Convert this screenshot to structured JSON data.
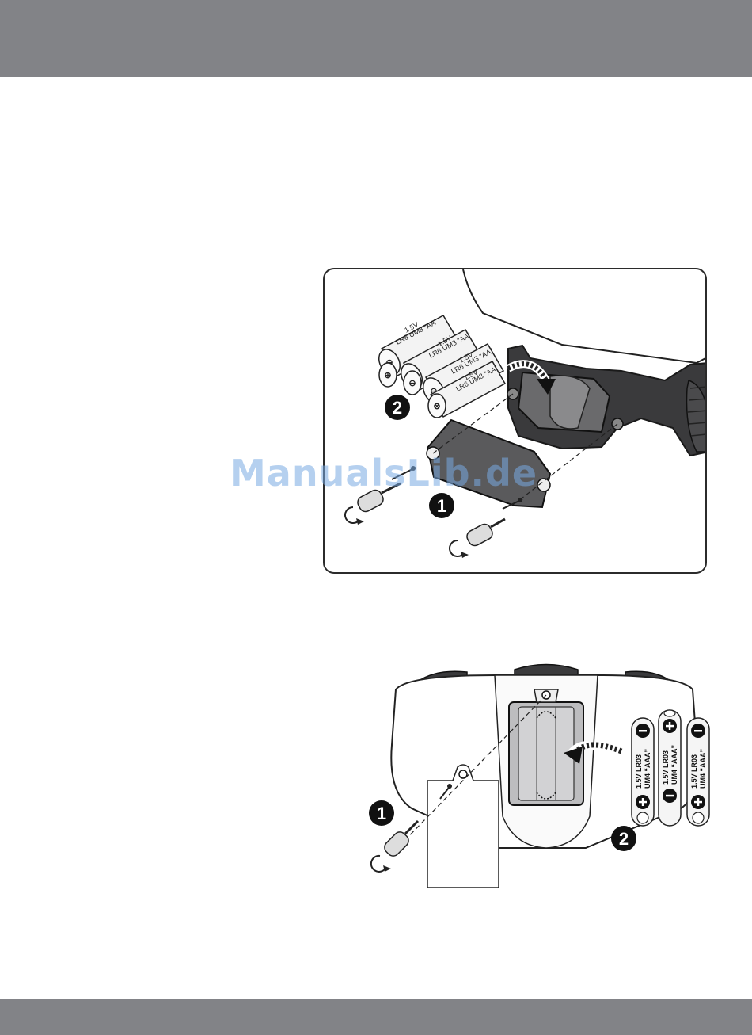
{
  "header": {
    "band_color": "#828387"
  },
  "footer": {
    "band_color": "#828387"
  },
  "figure_car": {
    "step_remove_cover": "1",
    "step_insert_batteries": "2",
    "battery_line1": "1.5V",
    "battery_line2": "LR6 UM3 “AA”"
  },
  "figure_controller": {
    "step_remove_cover": "1",
    "step_insert_batteries": "2",
    "battery_line1": "1.5V LR03",
    "battery_line2": "UM4 “AAA”"
  },
  "watermark": {
    "text": "ManualsLib.de"
  }
}
